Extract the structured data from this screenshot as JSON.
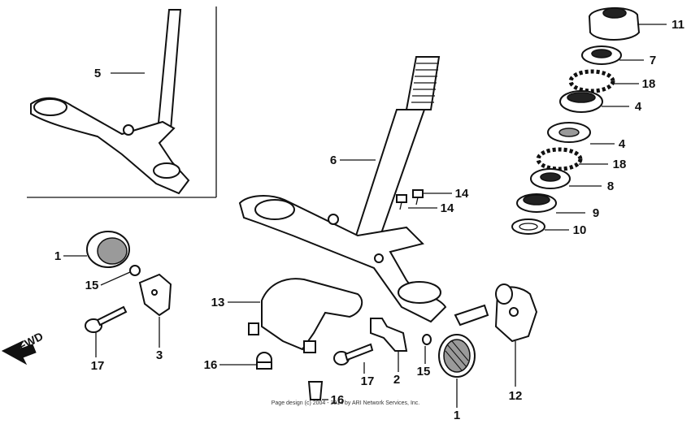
{
  "callouts": {
    "c1a": "1",
    "c1b": "1",
    "c2": "2",
    "c3": "3",
    "c4a": "4",
    "c4b": "4",
    "c5": "5",
    "c6": "6",
    "c7": "7",
    "c8": "8",
    "c9": "9",
    "c10": "10",
    "c11": "11",
    "c12": "12",
    "c13": "13",
    "c14a": "14",
    "c14b": "14",
    "c15a": "15",
    "c15b": "15",
    "c16a": "16",
    "c16b": "16",
    "c17a": "17",
    "c17b": "17",
    "c18a": "18",
    "c18b": "18"
  },
  "fwd_label": "FWD",
  "copyright": "Page design (c) 2004 - 2014 by ARI Network Services, Inc."
}
